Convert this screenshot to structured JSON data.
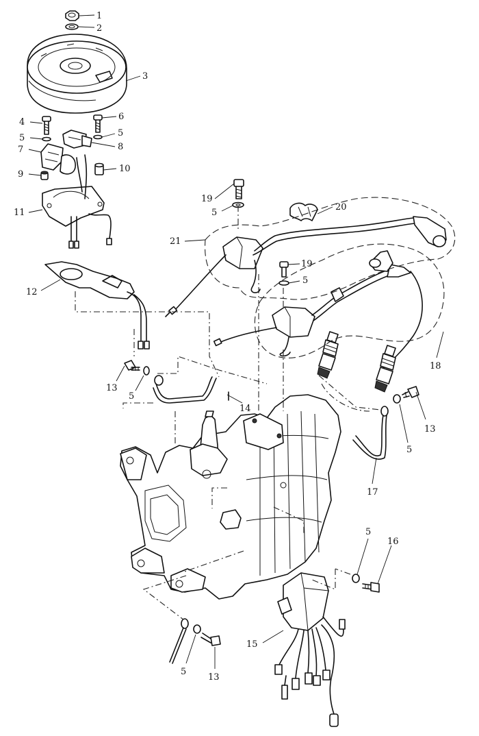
{
  "callouts": [
    {
      "id": "c1",
      "text": "1"
    },
    {
      "id": "c2",
      "text": "2"
    },
    {
      "id": "c3",
      "text": "3"
    },
    {
      "id": "c4",
      "text": "4"
    },
    {
      "id": "c5a",
      "text": "5"
    },
    {
      "id": "c6",
      "text": "6"
    },
    {
      "id": "c5b",
      "text": "5"
    },
    {
      "id": "c7",
      "text": "7"
    },
    {
      "id": "c8",
      "text": "8"
    },
    {
      "id": "c9",
      "text": "9"
    },
    {
      "id": "c10",
      "text": "10"
    },
    {
      "id": "c11",
      "text": "11"
    },
    {
      "id": "c19a",
      "text": "19"
    },
    {
      "id": "c5c",
      "text": "5"
    },
    {
      "id": "c20",
      "text": "20"
    },
    {
      "id": "c21",
      "text": "21"
    },
    {
      "id": "c19b",
      "text": "19"
    },
    {
      "id": "c5d",
      "text": "5"
    },
    {
      "id": "c12",
      "text": "12"
    },
    {
      "id": "c18",
      "text": "18"
    },
    {
      "id": "c13a",
      "text": "13"
    },
    {
      "id": "c5e",
      "text": "5"
    },
    {
      "id": "c14",
      "text": "14"
    },
    {
      "id": "c13b",
      "text": "13"
    },
    {
      "id": "c5f",
      "text": "5"
    },
    {
      "id": "c17",
      "text": "17"
    },
    {
      "id": "c5g",
      "text": "5"
    },
    {
      "id": "c16",
      "text": "16"
    },
    {
      "id": "c15",
      "text": "15"
    },
    {
      "id": "c5h",
      "text": "5"
    },
    {
      "id": "c13c",
      "text": "13"
    }
  ]
}
